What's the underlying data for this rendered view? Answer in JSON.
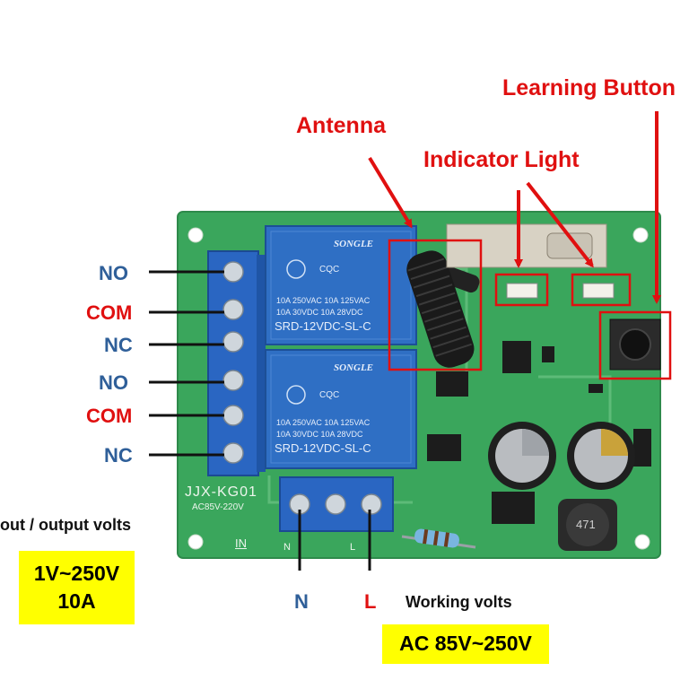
{
  "callouts": {
    "learning_button": "Learning Button",
    "antenna": "Antenna",
    "indicator_light": "Indicator Light"
  },
  "terminals_left": [
    "NO",
    "COM",
    "NC",
    "NO",
    "COM",
    "NC"
  ],
  "terminals_bottom": {
    "n": "N",
    "l": "L"
  },
  "io_volts": {
    "label": "out / output volts",
    "range": "1V~250V",
    "current": "10A"
  },
  "working_volts": {
    "label": "Working volts",
    "range": "AC 85V~250V"
  },
  "board": {
    "model": "JJX-KG01",
    "rating": "AC85V-220V",
    "in_label": "IN",
    "n_mark": "N",
    "l_mark": "L",
    "relay_brand": "SONGLE",
    "relay_line1": "10A 250VAC  10A 125VAC",
    "relay_line2": "10A  30VDC  10A  28VDC",
    "relay_model": "SRD-12VDC-SL-C",
    "inductor_code": "471"
  },
  "colors": {
    "pcb": "#3aa65c",
    "relay": "#2f6fc4",
    "terminal": "#2a66c2",
    "callout": "#e01010",
    "highlight": "#ffff00"
  }
}
